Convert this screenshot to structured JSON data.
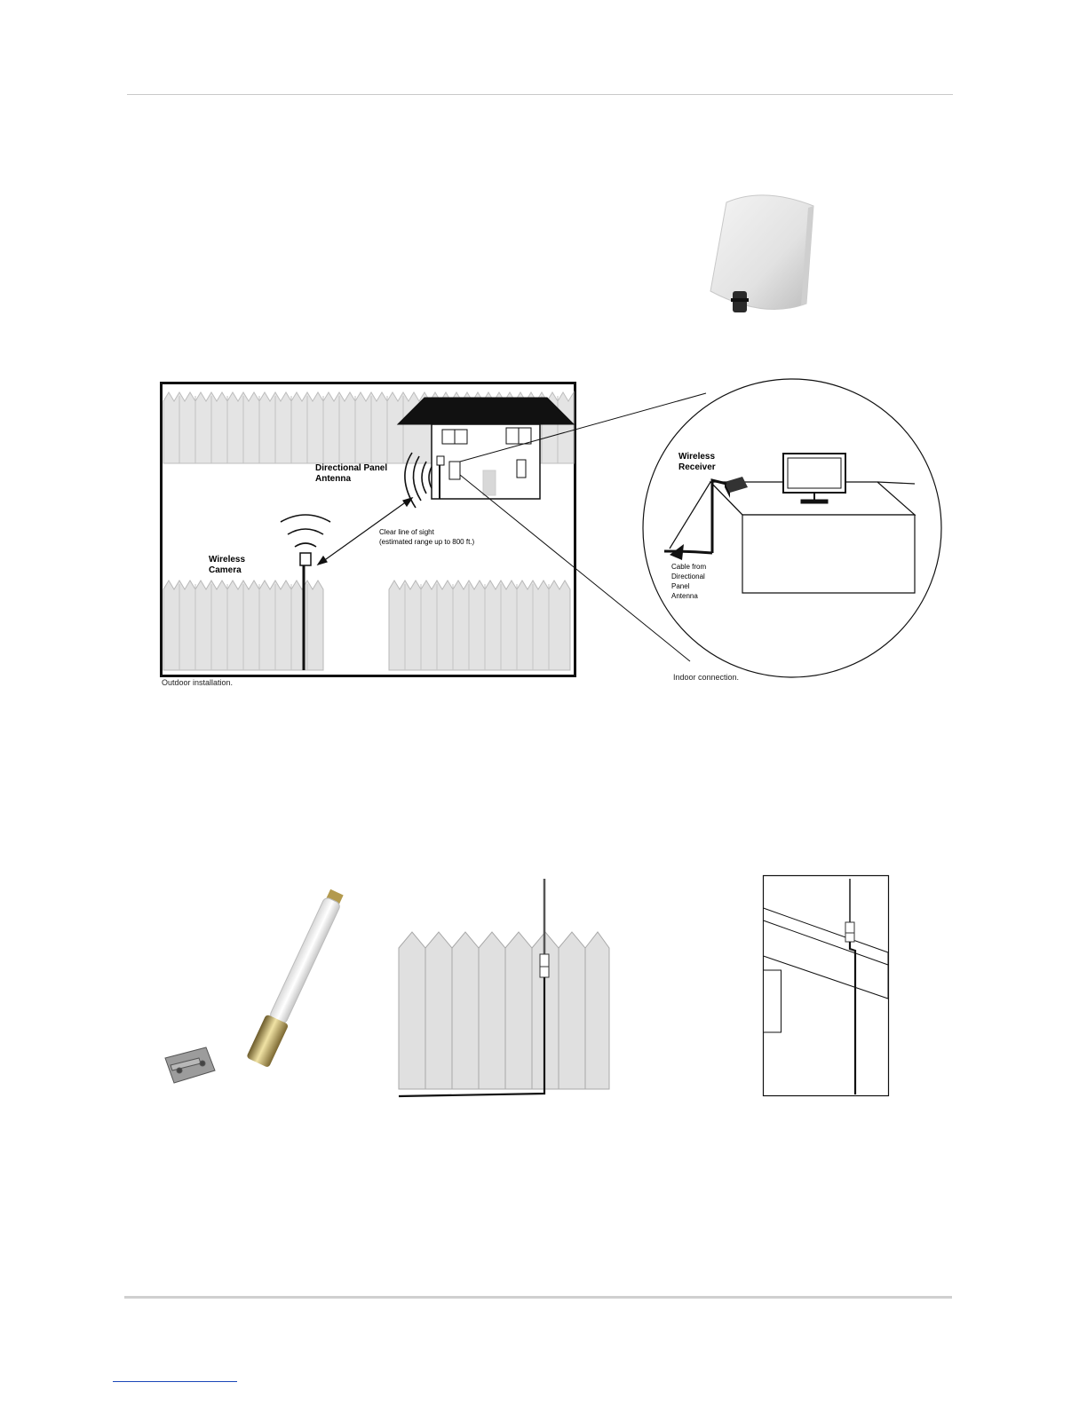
{
  "outdoor": {
    "label_antenna_line1": "Directional Panel",
    "label_antenna_line2": "Antenna",
    "label_camera_line1": "Wireless",
    "label_camera_line2": "Camera",
    "label_sight_line1": "Clear line of sight",
    "label_sight_line2": "(estimated range up to 800 ft.)",
    "caption": "Outdoor installation."
  },
  "indoor": {
    "label_receiver_line1": "Wireless",
    "label_receiver_line2": "Receiver",
    "label_cable_line1": "Cable from",
    "label_cable_line2": "Directional",
    "label_cable_line3": "Panel",
    "label_cable_line4": "Antenna",
    "caption": "Indoor connection."
  },
  "colors": {
    "fence_fill": "#dcdcdc",
    "outline": "#111111",
    "rule": "#c9c9c9",
    "link": "#1a47b8"
  }
}
